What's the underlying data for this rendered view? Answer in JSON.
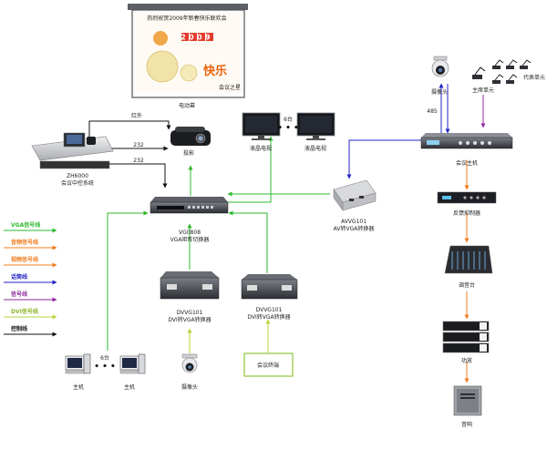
{
  "screen": {
    "label": "电动幕",
    "banner_line": "热烈祝贺2009年新春快乐联欢会",
    "year": "2009",
    "big_text": "快乐",
    "logo_text": "会议之星"
  },
  "devices": {
    "projector": "投影",
    "lcd_left": "液晶电视",
    "lcd_right": "液晶电视",
    "lcd_count": "6台",
    "central_model": "ZH6000",
    "central_name": "会议中控系统",
    "matrix_model": "VG0808",
    "matrix_name": "VGA矩阵切换器",
    "avvg_model": "AVVG101",
    "avvg_name": "AV转VGA转换器",
    "dvvg_left_model": "DVVG101",
    "dvvg_left_name": "DVI转VGA转换器",
    "dvvg_right_model": "DVVG101",
    "dvvg_right_name": "DVI转VGA转换器",
    "host_left": "主机",
    "host_right": "主机",
    "host_count": "6台",
    "camera_bottom": "摄像头",
    "terminal": "会议终端",
    "camera_top": "摄像头",
    "chair_unit": "主席单元",
    "delegate_unit": "代表单元",
    "conf_host": "会议主机",
    "feedback": "反馈抑制器",
    "mixer": "调音台",
    "amplifier": "功放",
    "speaker": "音响"
  },
  "links": {
    "infrared": "红外",
    "rs232_a": "232",
    "rs232_b": "232",
    "rs485": "485"
  },
  "legend": [
    {
      "label": "VGA信号线",
      "color": "#2db82d"
    },
    {
      "label": "音频信号线",
      "color": "#f07c1e"
    },
    {
      "label": "视频信号线",
      "color": "#f07c1e"
    },
    {
      "label": "话筒线",
      "color": "#2323c8"
    },
    {
      "label": "信号线",
      "color": "#8e2a9e"
    },
    {
      "label": "DVI信号线",
      "color": "#b6d63a"
    },
    {
      "label": "控制线",
      "color": "#111111"
    }
  ]
}
